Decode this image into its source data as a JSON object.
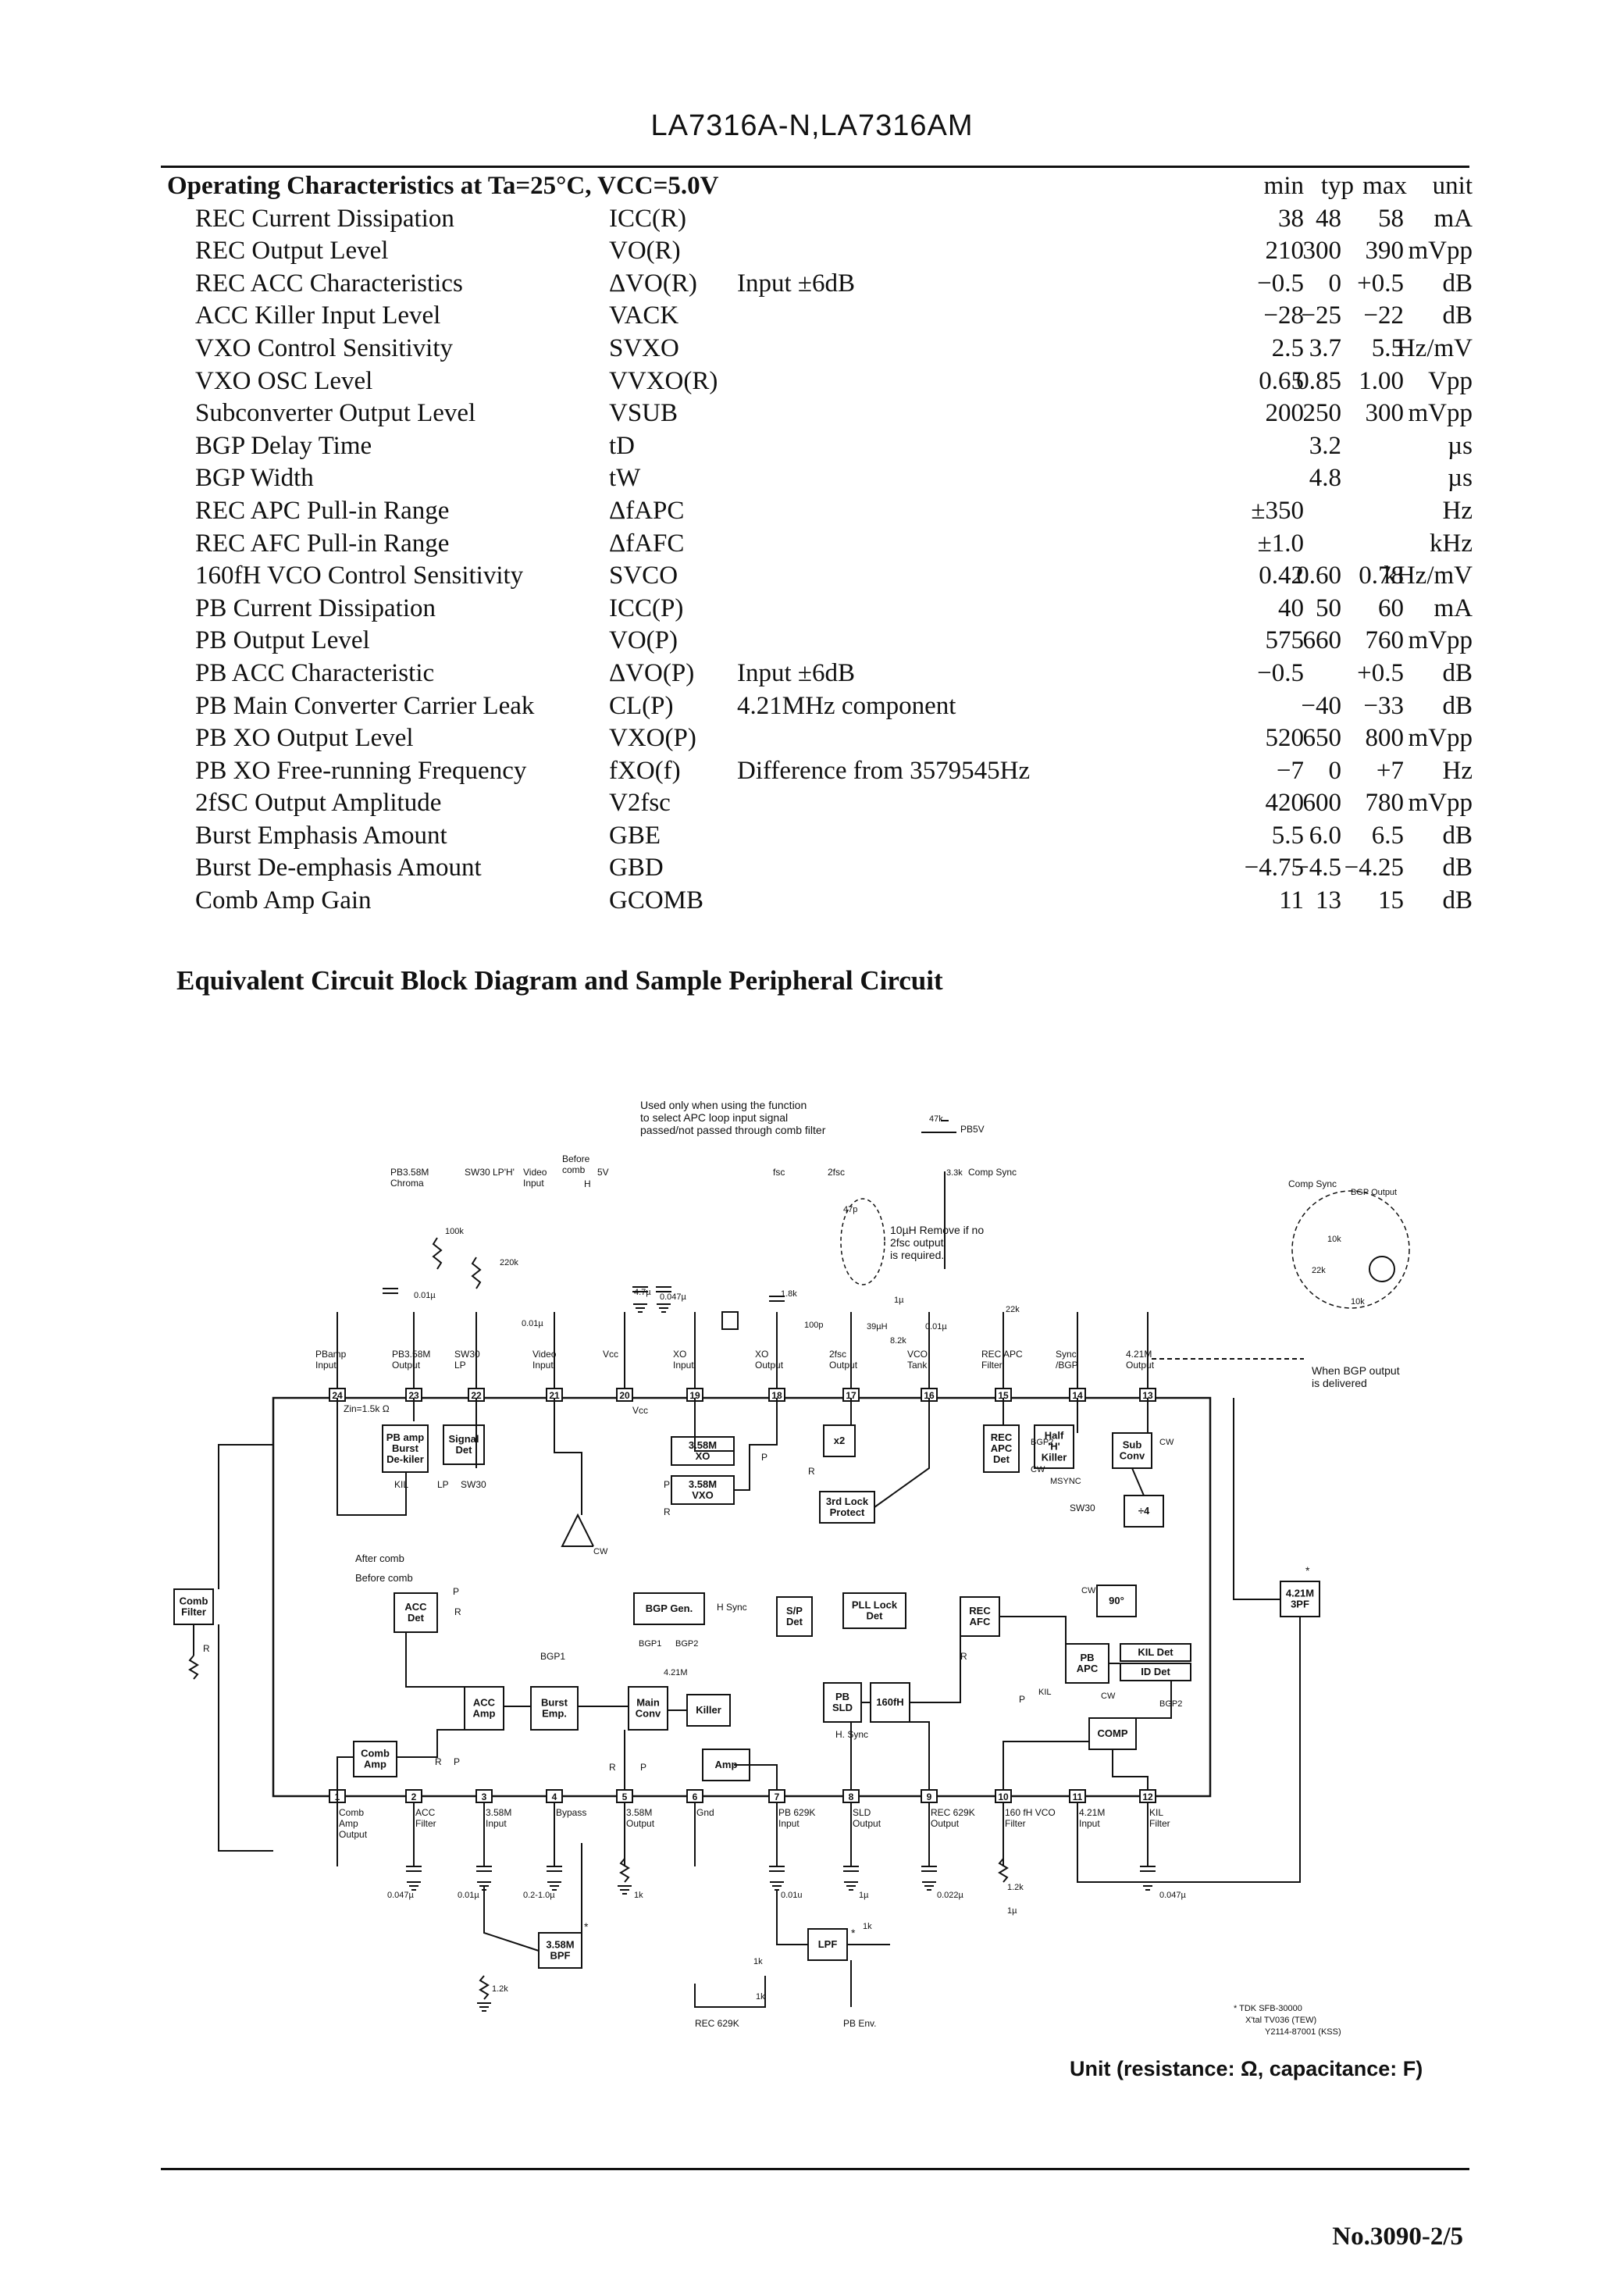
{
  "header": {
    "title": "LA7316A-N,LA7316AM"
  },
  "specs": {
    "heading": "Operating Characteristics at Ta=25°C, VCC=5.0V",
    "columns": {
      "min": "min",
      "typ": "typ",
      "max": "max",
      "unit": "unit"
    },
    "rows": [
      {
        "param": "REC Current Dissipation",
        "symbol": "ICC(R)",
        "condition": "",
        "min": "38",
        "typ": "48",
        "max": "58",
        "unit": "mA"
      },
      {
        "param": "REC Output Level",
        "symbol": "VO(R)",
        "condition": "",
        "min": "210",
        "typ": "300",
        "max": "390",
        "unit": "mVpp"
      },
      {
        "param": "REC ACC Characteristics",
        "symbol": "ΔVO(R)",
        "condition": "Input ±6dB",
        "min": "−0.5",
        "typ": "0",
        "max": "+0.5",
        "unit": "dB"
      },
      {
        "param": "ACC Killer Input Level",
        "symbol": "VACK",
        "condition": "",
        "min": "−28",
        "typ": "−25",
        "max": "−22",
        "unit": "dB"
      },
      {
        "param": "VXO Control Sensitivity",
        "symbol": "SVXO",
        "condition": "",
        "min": "2.5",
        "typ": "3.7",
        "max": "5.5",
        "unit": "Hz/mV"
      },
      {
        "param": "VXO OSC Level",
        "symbol": "VVXO(R)",
        "condition": "",
        "min": "0.65",
        "typ": "0.85",
        "max": "1.00",
        "unit": "Vpp"
      },
      {
        "param": "Subconverter Output Level",
        "symbol": "VSUB",
        "condition": "",
        "min": "200",
        "typ": "250",
        "max": "300",
        "unit": "mVpp"
      },
      {
        "param": "BGP Delay Time",
        "symbol": "tD",
        "condition": "",
        "min": "",
        "typ": "3.2",
        "max": "",
        "unit": "µs"
      },
      {
        "param": "BGP Width",
        "symbol": "tW",
        "condition": "",
        "min": "",
        "typ": "4.8",
        "max": "",
        "unit": "µs"
      },
      {
        "param": "REC APC Pull-in Range",
        "symbol": "ΔfAPC",
        "condition": "",
        "min": "±350",
        "typ": "",
        "max": "",
        "unit": "Hz"
      },
      {
        "param": "REC AFC Pull-in Range",
        "symbol": "ΔfAFC",
        "condition": "",
        "min": "±1.0",
        "typ": "",
        "max": "",
        "unit": "kHz"
      },
      {
        "param": "160fH VCO Control Sensitivity",
        "symbol": "SVCO",
        "condition": "",
        "min": "0.42",
        "typ": "0.60",
        "max": "0.78",
        "unit": "kHz/mV"
      },
      {
        "param": "PB Current Dissipation",
        "symbol": "ICC(P)",
        "condition": "",
        "min": "40",
        "typ": "50",
        "max": "60",
        "unit": "mA"
      },
      {
        "param": "PB Output Level",
        "symbol": "VO(P)",
        "condition": "",
        "min": "575",
        "typ": "660",
        "max": "760",
        "unit": "mVpp"
      },
      {
        "param": "PB ACC Characteristic",
        "symbol": "ΔVO(P)",
        "condition": "Input ±6dB",
        "min": "−0.5",
        "typ": "",
        "max": "+0.5",
        "unit": "dB"
      },
      {
        "param": "PB Main Converter Carrier Leak",
        "symbol": "CL(P)",
        "condition": "4.21MHz component",
        "min": "",
        "typ": "−40",
        "max": "−33",
        "unit": "dB"
      },
      {
        "param": "PB XO Output Level",
        "symbol": "VXO(P)",
        "condition": "",
        "min": "520",
        "typ": "650",
        "max": "800",
        "unit": "mVpp"
      },
      {
        "param": "PB XO Free-running Frequency",
        "symbol": "fXO(f)",
        "condition": "Difference from 3579545Hz",
        "min": "−7",
        "typ": "0",
        "max": "+7",
        "unit": "Hz"
      },
      {
        "param": "2fSC Output Amplitude",
        "symbol": "V2fsc",
        "condition": "",
        "min": "420",
        "typ": "600",
        "max": "780",
        "unit": "mVpp"
      },
      {
        "param": "Burst Emphasis Amount",
        "symbol": "GBE",
        "condition": "",
        "min": "5.5",
        "typ": "6.0",
        "max": "6.5",
        "unit": "dB"
      },
      {
        "param": "Burst De-emphasis Amount",
        "symbol": "GBD",
        "condition": "",
        "min": "−4.75",
        "typ": "−4.5",
        "max": "−4.25",
        "unit": "dB"
      },
      {
        "param": "Comb Amp Gain",
        "symbol": "GCOMB",
        "condition": "",
        "min": "11",
        "typ": "13",
        "max": "15",
        "unit": "dB"
      }
    ]
  },
  "diagram": {
    "title": "Equivalent Circuit Block Diagram and Sample Peripheral Circuit",
    "notes": [
      "Used only when using the function",
      "to select APC loop input signal",
      "passed/not passed through comb filter"
    ],
    "before_comb": "Before comb",
    "after_comb": "After comb",
    "remove_note": [
      "10µH Remove if no",
      "2fsc output",
      "is required."
    ],
    "bgp_note": [
      "When BGP output",
      "is delivered"
    ],
    "pb5v": "PB5V",
    "comp_sync": "Comp Sync",
    "top_pins": [
      {
        "num": "24",
        "label": [
          "PBamp",
          "Input"
        ]
      },
      {
        "num": "23",
        "label": [
          "PB3.58M",
          "Output"
        ]
      },
      {
        "num": "22",
        "label": [
          "SW30",
          "LP"
        ]
      },
      {
        "num": "21",
        "label": [
          "Video",
          "Input"
        ]
      },
      {
        "num": "20",
        "label": [
          "Vcc"
        ]
      },
      {
        "num": "19",
        "label": [
          "XO",
          "Input"
        ]
      },
      {
        "num": "18",
        "label": [
          "XO",
          "Output"
        ]
      },
      {
        "num": "17",
        "label": [
          "2fsc",
          "Output"
        ]
      },
      {
        "num": "16",
        "label": [
          "VCO",
          "Tank"
        ]
      },
      {
        "num": "15",
        "label": [
          "REC APC",
          "Filter"
        ]
      },
      {
        "num": "14",
        "label": [
          "Sync",
          "/BGP"
        ]
      },
      {
        "num": "13",
        "label": [
          "4.21M",
          "Output"
        ]
      }
    ],
    "bottom_pins": [
      {
        "num": "1",
        "label": [
          "Comb",
          "Amp",
          "Output"
        ]
      },
      {
        "num": "2",
        "label": [
          "ACC",
          "Filter"
        ]
      },
      {
        "num": "3",
        "label": [
          "3.58M",
          "Input"
        ]
      },
      {
        "num": "4",
        "label": [
          "Bypass"
        ]
      },
      {
        "num": "5",
        "label": [
          "3.58M",
          "Output"
        ]
      },
      {
        "num": "6",
        "label": [
          "Gnd"
        ]
      },
      {
        "num": "7",
        "label": [
          "PB 629K",
          "Input"
        ]
      },
      {
        "num": "8",
        "label": [
          "SLD",
          "Output"
        ]
      },
      {
        "num": "9",
        "label": [
          "REC 629K",
          "Output"
        ]
      },
      {
        "num": "10",
        "label": [
          "160 fH VCO",
          "Filter"
        ]
      },
      {
        "num": "11",
        "label": [
          "4.21M",
          "Input"
        ]
      },
      {
        "num": "12",
        "label": [
          "KIL",
          "Filter"
        ]
      }
    ],
    "blocks": [
      {
        "id": "pb-amp",
        "label": [
          "PB amp",
          "Burst",
          "De-kiler"
        ]
      },
      {
        "id": "signal-det",
        "label": [
          "Signal",
          "Det"
        ]
      },
      {
        "id": "xo",
        "label": [
          "3.58M",
          "XO"
        ]
      },
      {
        "id": "vxo",
        "label": [
          "3.58M",
          "VXO"
        ]
      },
      {
        "id": "x2",
        "label": [
          "x2"
        ]
      },
      {
        "id": "lock-protect",
        "label": [
          "3rd Lock",
          "Protect"
        ]
      },
      {
        "id": "rec-apc-det",
        "label": [
          "REC",
          "APC",
          "Det"
        ]
      },
      {
        "id": "half-killer",
        "label": [
          "Half",
          "'H'",
          "Killer"
        ]
      },
      {
        "id": "sub-conv",
        "label": [
          "Sub",
          "Conv"
        ]
      },
      {
        "id": "phase-4",
        "label": [
          "÷4"
        ]
      },
      {
        "id": "acc-det",
        "label": [
          "ACC",
          "Det"
        ]
      },
      {
        "id": "bgp-gen",
        "label": [
          "BGP Gen."
        ]
      },
      {
        "id": "sp-det",
        "label": [
          "S/P",
          "Det"
        ]
      },
      {
        "id": "pll-lock-det",
        "label": [
          "PLL Lock",
          "Det"
        ]
      },
      {
        "id": "rec-afc",
        "label": [
          "REC",
          "AFC"
        ]
      },
      {
        "id": "cw-90",
        "label": [
          "90°"
        ]
      },
      {
        "id": "pb-apc",
        "label": [
          "PB",
          "APC"
        ]
      },
      {
        "id": "kil-det",
        "label": [
          "KIL Det"
        ]
      },
      {
        "id": "id-det",
        "label": [
          "ID Det"
        ]
      },
      {
        "id": "acc-amp",
        "label": [
          "ACC",
          "Amp"
        ]
      },
      {
        "id": "burst-emp",
        "label": [
          "Burst",
          "Emp."
        ]
      },
      {
        "id": "main-conv",
        "label": [
          "Main",
          "Conv"
        ]
      },
      {
        "id": "killer",
        "label": [
          "Killer"
        ]
      },
      {
        "id": "pb-sld",
        "label": [
          "PB",
          "SLD"
        ]
      },
      {
        "id": "vco-160fh",
        "label": [
          "160fH"
        ]
      },
      {
        "id": "comp",
        "label": [
          "COMP"
        ]
      },
      {
        "id": "comb-amp",
        "label": [
          "Comb",
          "Amp"
        ]
      },
      {
        "id": "amp",
        "label": [
          "Amp"
        ]
      },
      {
        "id": "comb-filter",
        "label": [
          "Comb",
          "Filter"
        ]
      },
      {
        "id": "bpf",
        "label": [
          "3.58M",
          "BPF"
        ]
      },
      {
        "id": "lpf",
        "label": [
          "LPF"
        ]
      },
      {
        "id": "3pf",
        "label": [
          "4.21M",
          "3PF"
        ]
      }
    ],
    "signal_labels": {
      "vcc": "Vcc",
      "kil": "KIL",
      "lp": "LP",
      "sw30": "SW30",
      "cw": "CW",
      "bgp1": "BGP1",
      "bgp2": "BGP2",
      "hsync": "H Sync",
      "hsync2": "H. Sync",
      "msync": "MSYNC",
      "mhz421": "4.21M",
      "zin": "Zin=1.5k Ω",
      "r": "R",
      "p": "P",
      "sw30b": "SW30"
    },
    "components": {
      "r100k": "100k",
      "r220k": "220k",
      "c001": "0.01µ",
      "c0047": "0.047µ",
      "c47": "4.7µ",
      "r18k": "1.8k",
      "r33k": "3.3k",
      "c47p": "47p",
      "c100p": "100p",
      "l39": "39µH",
      "c1u": "1µ",
      "r82k": "8.2k",
      "c001b": "0.01µ",
      "r22k": "22k",
      "r47k": "47k",
      "r10k": "10k",
      "r22kb": "22k",
      "r10kb": "10k",
      "c001c": "0.01µ",
      "c0047b": "0.047µ",
      "c001d": "0.01µ",
      "c021": "0.2-1.0µ",
      "r1k": "1k",
      "c001e": "0.01u",
      "c1ub": "1µ",
      "c0022": "0.022µ",
      "r12k": "1.2k",
      "c1uc": "1µ",
      "c0047c": "0.047µ",
      "r12kb": "1.2k",
      "r1kb": "1k",
      "r1kc": "1k",
      "r1kd": "1k",
      "pin_bgp": "BGP Output"
    },
    "outer_labels": {
      "pb358_chroma": [
        "PB3.58M",
        "Chroma"
      ],
      "sw30_lph": [
        "SW30 LP'H'"
      ],
      "video_input": [
        "Video",
        "Input"
      ],
      "before_comb": [
        "Before",
        "comb"
      ],
      "fsc": "fsc",
      "fsc2": "2fsc",
      "h5v": "H",
      "v5": "5V",
      "rec629k": "REC 629K",
      "pb_env": "PB Env."
    },
    "footnote": [
      "* TDK SFB-30000",
      "X'tal  TV036 (TEW)",
      "Y2114-87001 (KSS)"
    ]
  },
  "unit_note": "Unit (resistance: Ω, capacitance: F)",
  "page_number": "No.3090-2/5"
}
